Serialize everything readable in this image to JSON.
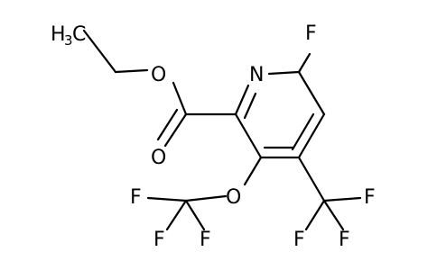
{
  "structure": {
    "atoms": {
      "methyl": {
        "symbol": "H",
        "subscript": "3",
        "carbon": "C"
      },
      "ester_oxygen": "O",
      "carbonyl_oxygen": "O",
      "ring_nitrogen": "N",
      "ring_fluorine": "F",
      "ether_oxygen": "O",
      "ocf3_fluorines": [
        "F",
        "F",
        "F"
      ],
      "cf3_fluorines": [
        "F",
        "F",
        "F"
      ]
    }
  }
}
